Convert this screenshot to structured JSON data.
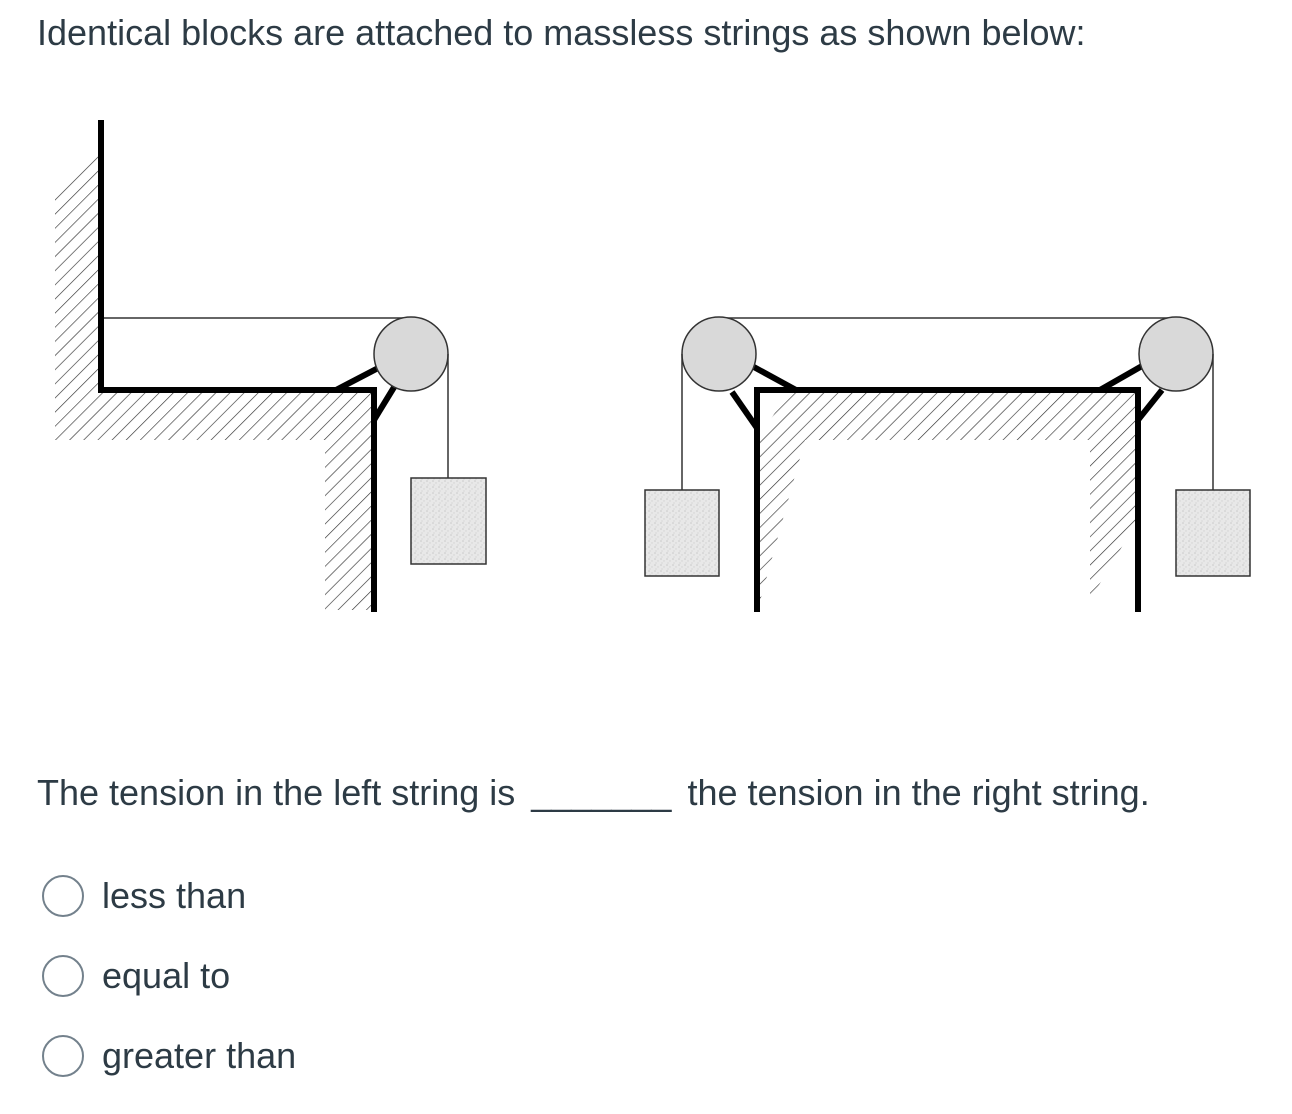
{
  "question": {
    "title": "Identical blocks are attached to massless strings as shown below:",
    "prompt_before": "The tension in the left string is",
    "blank": "_______",
    "prompt_after": "the tension in the right string."
  },
  "options": [
    {
      "label": "less than",
      "selected": false
    },
    {
      "label": "equal to",
      "selected": false
    },
    {
      "label": "greater than",
      "selected": false
    }
  ],
  "colors": {
    "text": "#2d3b45",
    "pulley_fill": "#d9d9d9",
    "block_fill": "#e6e6e6",
    "radio_border": "#73818c"
  }
}
